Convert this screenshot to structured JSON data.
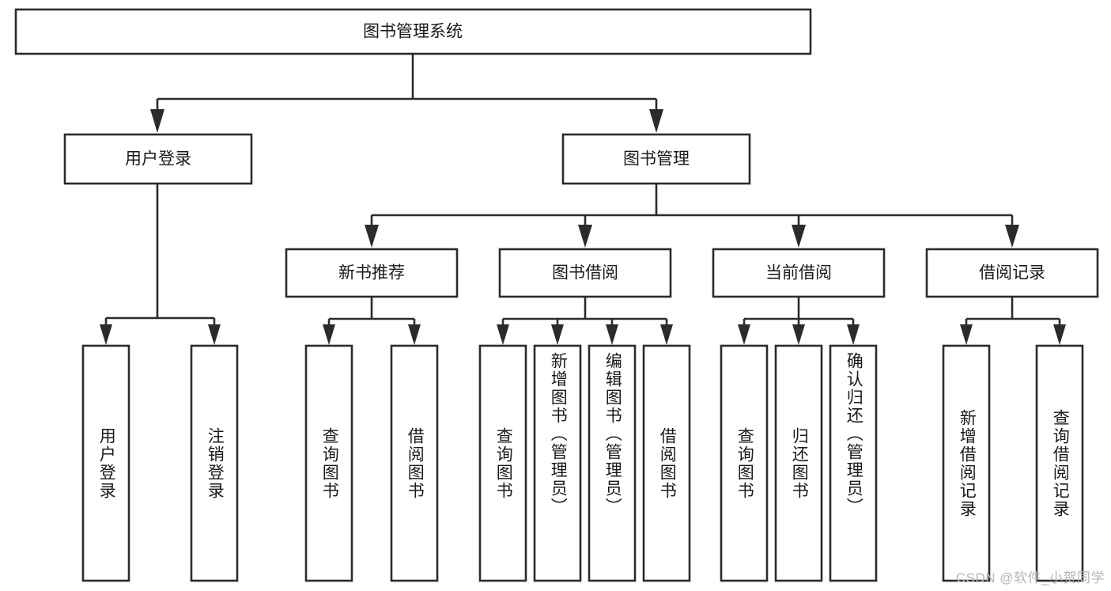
{
  "diagram": {
    "title": "图书管理系统",
    "type": "tree-hierarchy",
    "watermark": "CSDN @软件_小贺同学",
    "root": {
      "id": "root",
      "label": "图书管理系统"
    },
    "level2": [
      {
        "id": "user-login",
        "label": "用户登录"
      },
      {
        "id": "book-management",
        "label": "图书管理"
      }
    ],
    "level3": [
      {
        "id": "new-book-recommend",
        "label": "新书推荐",
        "parent": "book-management"
      },
      {
        "id": "book-borrow",
        "label": "图书借阅",
        "parent": "book-management"
      },
      {
        "id": "current-borrow",
        "label": "当前借阅",
        "parent": "book-management"
      },
      {
        "id": "borrow-record",
        "label": "借阅记录",
        "parent": "book-management"
      }
    ],
    "leaves": [
      {
        "id": "leaf-user-login",
        "label": "用户登录",
        "parent": "user-login"
      },
      {
        "id": "leaf-logout",
        "label": "注销登录",
        "parent": "user-login"
      },
      {
        "id": "leaf-query-book-1",
        "label": "查询图书",
        "parent": "new-book-recommend"
      },
      {
        "id": "leaf-borrow-book-1",
        "label": "借阅图书",
        "parent": "new-book-recommend"
      },
      {
        "id": "leaf-query-book-2",
        "label": "查询图书",
        "parent": "book-borrow"
      },
      {
        "id": "leaf-add-book",
        "label": "新增图书（管理员）",
        "parent": "book-borrow"
      },
      {
        "id": "leaf-edit-book",
        "label": "编辑图书（管理员）",
        "parent": "book-borrow"
      },
      {
        "id": "leaf-borrow-book-2",
        "label": "借阅图书",
        "parent": "book-borrow"
      },
      {
        "id": "leaf-query-book-3",
        "label": "查询图书",
        "parent": "current-borrow"
      },
      {
        "id": "leaf-return-book",
        "label": "归还图书",
        "parent": "current-borrow"
      },
      {
        "id": "leaf-confirm-return",
        "label": "确认归还（管理员）",
        "parent": "current-borrow"
      },
      {
        "id": "leaf-add-record",
        "label": "新增借阅记录",
        "parent": "borrow-record"
      },
      {
        "id": "leaf-query-record",
        "label": "查询借阅记录",
        "parent": "borrow-record"
      }
    ],
    "colors": {
      "stroke": "#2b2b2b",
      "fill": "#ffffff",
      "text": "#1a1a1a",
      "watermark": "#b6b6b6"
    }
  }
}
